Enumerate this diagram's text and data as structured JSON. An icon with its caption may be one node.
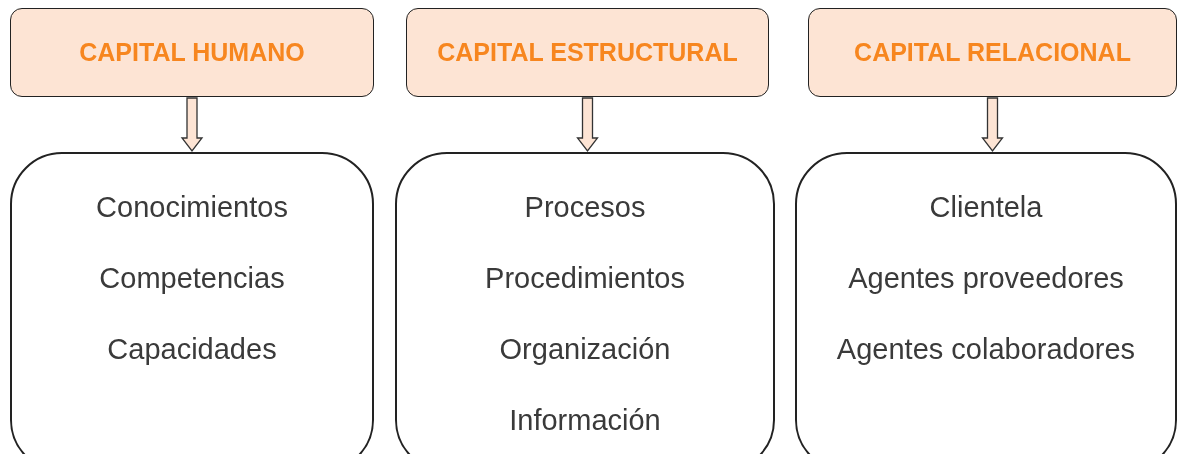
{
  "diagram": {
    "nodes": [
      {
        "text": [
          "CAPITAL HUMANO"
        ]
      },
      {
        "text": [
          "CAPITAL ESTRUCTURAL"
        ]
      },
      {
        "text": [
          "CAPITAL RELACIONAL"
        ]
      },
      {
        "text": [
          "Conocimientos",
          "Competencias",
          "Capacidades"
        ]
      },
      {
        "text": [
          "Procesos",
          "Procedimientos",
          "Organización",
          "Información"
        ]
      },
      {
        "text": [
          "Clientela",
          "Agentes proveedores",
          "Agentes colaboradores"
        ]
      }
    ],
    "edges": [
      {
        "from": 0,
        "to": 3,
        "arrow": "to"
      },
      {
        "from": 1,
        "to": 4,
        "arrow": "to"
      },
      {
        "from": 2,
        "to": 5,
        "arrow": "to"
      }
    ]
  }
}
